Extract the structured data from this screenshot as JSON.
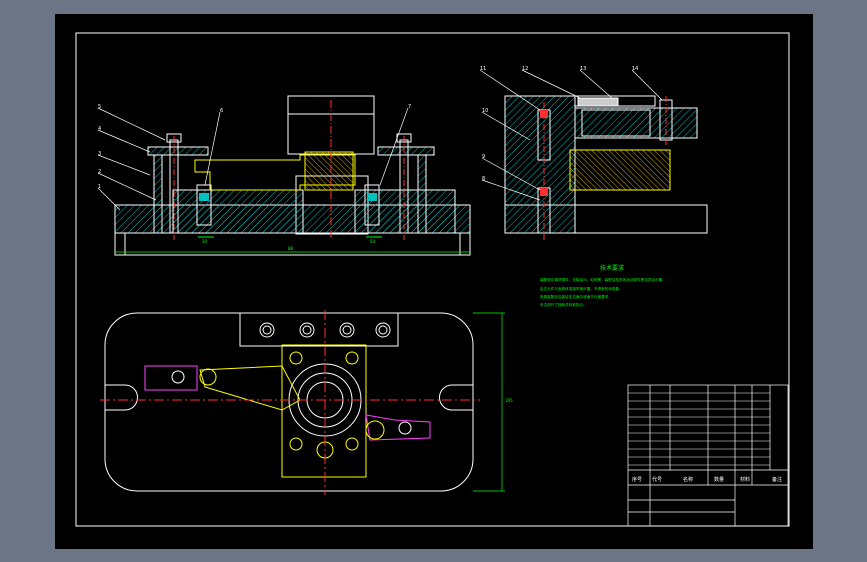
{
  "drawing": {
    "part_numbers": [
      "1",
      "2",
      "3",
      "4",
      "5",
      "6",
      "7",
      "8",
      "9",
      "10",
      "11",
      "12",
      "13",
      "14"
    ],
    "notes_title": "技术要求",
    "notes_lines": [
      "装配前应清洗零件，去除油污。毛刺等，装配后检查各运动部件是否灵活可靠，",
      "定位元件与夹具体连接牢固可靠，不得有松动现象。",
      "夹具装配后应保证定位面与底面平行度要求。",
      "未注明尺寸按有关标准执行。"
    ],
    "title_block": {
      "headers": [
        "序号",
        "代号",
        "名称",
        "数量",
        "材料",
        "备注"
      ]
    },
    "dimension_labels": [
      "30",
      "50",
      "88",
      "195"
    ]
  },
  "colors": {
    "background": "#6b7586",
    "sheet": "#000000",
    "line": "#ffffff",
    "section": "#00c0c0",
    "yellow": "#ffff00",
    "green": "#00ff00",
    "red": "#ff3030",
    "magenta": "#ff40ff"
  }
}
